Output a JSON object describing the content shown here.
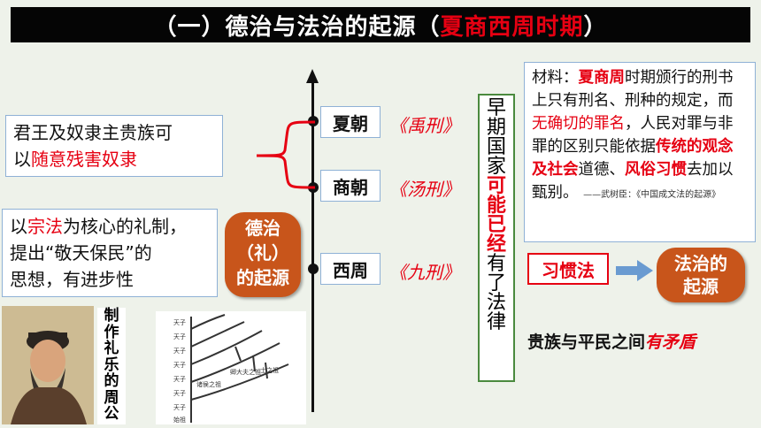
{
  "title": {
    "prefix": "（一）德治与法治的起源（",
    "highlight": "夏商西周时期",
    "suffix": "）"
  },
  "timeline": [
    {
      "era": "夏朝",
      "code": "《禹刑》"
    },
    {
      "era": "商朝",
      "code": "《汤刑》"
    },
    {
      "era": "西周",
      "code": "《九刑》"
    }
  ],
  "left_box_1": {
    "line1": "君王及奴隶主贵族可",
    "line2_prefix": "以",
    "line2_red": "随意残害奴隶"
  },
  "left_box_2": {
    "line1_prefix": "以",
    "line1_red": "宗法",
    "line1_suffix": "为核心的礼制，",
    "line2": "提出“敬天保民”的",
    "line3": "思想，有进步性"
  },
  "dezhi": {
    "line1": "德治",
    "line2": "（礼）",
    "line3": "的起源"
  },
  "portrait_caption": [
    "制",
    "作",
    "礼",
    "乐",
    "的",
    "周",
    "公"
  ],
  "tree_labels": [
    "天子",
    "天子",
    "天子",
    "天子",
    "天子",
    "天子",
    "天子",
    "诸侯之祖",
    "卿大夫之祖",
    "士之祖",
    "始祖"
  ],
  "vertical_note": {
    "black_top": [
      "早",
      "期",
      "国",
      "家"
    ],
    "red": [
      "可",
      "能",
      "已",
      "经"
    ],
    "black_bottom": [
      "有",
      "了",
      "法",
      "律"
    ]
  },
  "material": {
    "label": "材料：",
    "red1": "夏商周",
    "t1": "时期颁行的刑书上只有刑名、刑种的规定，而",
    "red2": "无确切的罪名",
    "t2": "，人民对罪与非罪的区别只能依据",
    "red3": "传统的观念及社会",
    "t3": "道德、",
    "red4": "风俗习惯",
    "t4": "去加以甄别。",
    "source": "——武树臣：《中国成文法的起源》"
  },
  "habit_law": "习惯法",
  "fazhi": {
    "line1": "法治的",
    "line2": "起源"
  },
  "conflict": {
    "text": "贵族与平民之间",
    "red": "有矛盾"
  },
  "colors": {
    "accent_red": "#e60012",
    "orange": "#c8551b",
    "title_bg": "#050505",
    "arrow_blue": "#6a9bd1"
  }
}
